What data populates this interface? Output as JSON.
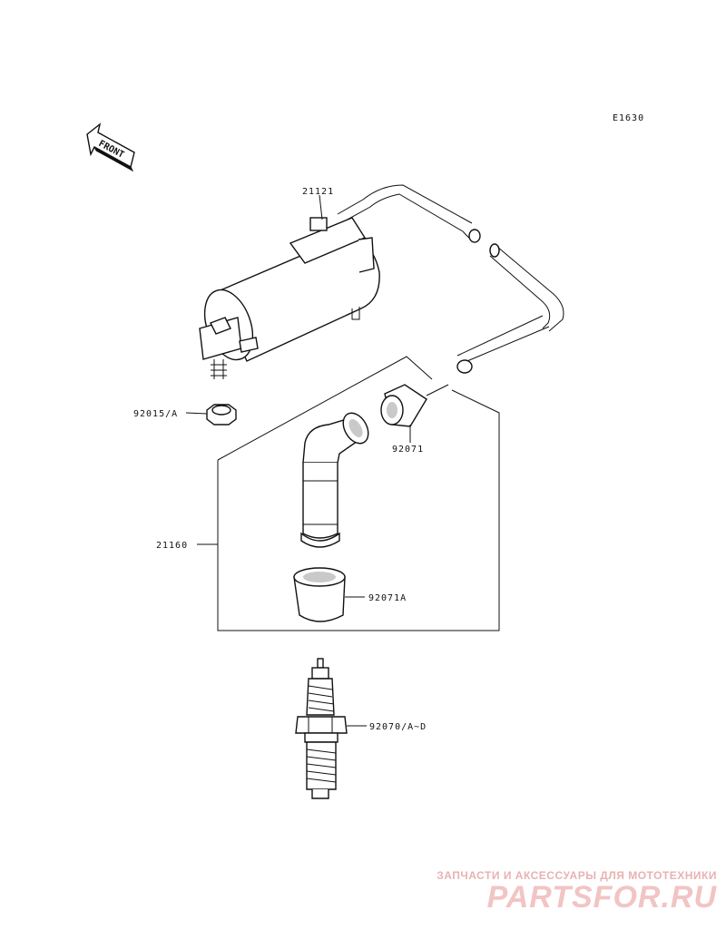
{
  "diagram_code": "E1630",
  "front_label": "FRONT",
  "parts": [
    {
      "number": "21121"
    },
    {
      "number": "92015/A"
    },
    {
      "number": "92071"
    },
    {
      "number": "21160"
    },
    {
      "number": "92071A"
    },
    {
      "number": "92070/A~D"
    }
  ],
  "watermark": {
    "tagline": "ЗАПЧАСТИ И АКСЕССУАРЫ ДЛЯ МОТОТЕХНИКИ",
    "brand": "PARTSFOR.RU"
  }
}
